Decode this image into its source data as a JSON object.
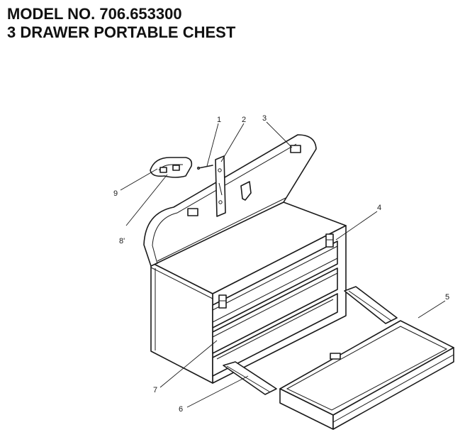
{
  "header": {
    "model_line": "MODEL NO. 706.653300",
    "product_line": "3 DRAWER PORTABLE CHEST"
  },
  "callouts": [
    {
      "id": "1",
      "text": "1"
    },
    {
      "id": "2",
      "text": "2"
    },
    {
      "id": "3",
      "text": "3"
    },
    {
      "id": "4",
      "text": "4"
    },
    {
      "id": "5",
      "text": "5"
    },
    {
      "id": "6",
      "text": "6"
    },
    {
      "id": "7",
      "text": "7"
    },
    {
      "id": "8",
      "text": "8'"
    },
    {
      "id": "9",
      "text": "9"
    }
  ]
}
